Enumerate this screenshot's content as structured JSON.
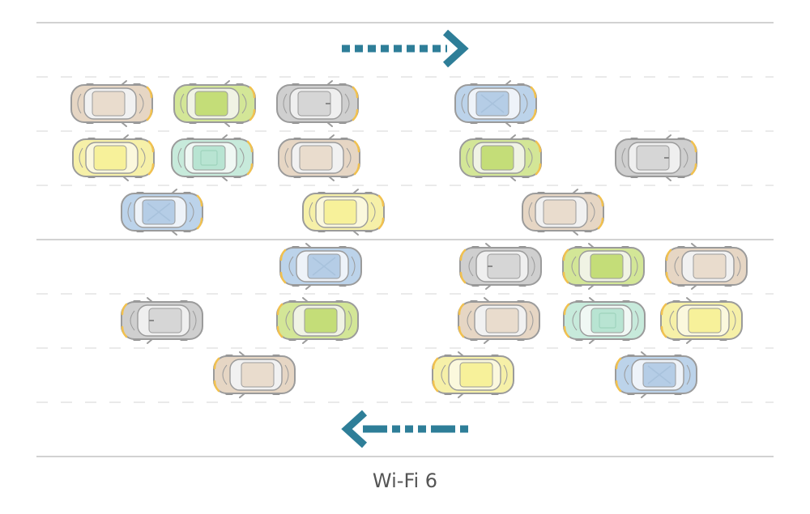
{
  "caption": "Wi-Fi 6",
  "colors": {
    "road_edge": "#d2d2d2",
    "lane_dash": "#e4e4e4",
    "arrow": "#2e7e98",
    "car_outline": "#9b9b9b",
    "car_palette": {
      "beige": {
        "body": "#e6d6c4",
        "glass": "#f1f1f1",
        "roof": "#e9dccd"
      },
      "green": {
        "body": "#d3e697",
        "glass": "#f0f3e4",
        "roof": "#c4dd78"
      },
      "gray": {
        "body": "#cfcfcf",
        "glass": "#efefef",
        "roof": "#d6d6d6"
      },
      "blue": {
        "body": "#bcd3ea",
        "glass": "#eef3f9",
        "roof": "#b5cde6"
      },
      "yellow": {
        "body": "#f6f0a8",
        "glass": "#fbf8dd",
        "roof": "#f7f19a"
      },
      "mint": {
        "body": "#c7eadb",
        "glass": "#f0f8f4",
        "roof": "#b8e4d2"
      }
    }
  },
  "traffic": {
    "arrows": [
      {
        "name": "arrow-right",
        "direction": "right"
      },
      {
        "name": "arrow-left",
        "direction": "left"
      }
    ],
    "cars": [
      {
        "color": "beige",
        "direction": "right"
      },
      {
        "color": "green",
        "direction": "right"
      },
      {
        "color": "gray",
        "direction": "right"
      },
      {
        "color": "blue",
        "direction": "right"
      },
      {
        "color": "yellow",
        "direction": "right"
      },
      {
        "color": "mint",
        "direction": "right"
      },
      {
        "color": "beige",
        "direction": "right"
      },
      {
        "color": "green",
        "direction": "right"
      },
      {
        "color": "gray",
        "direction": "right"
      },
      {
        "color": "blue",
        "direction": "right"
      },
      {
        "color": "yellow",
        "direction": "right"
      },
      {
        "color": "beige",
        "direction": "right"
      },
      {
        "color": "blue",
        "direction": "left"
      },
      {
        "color": "gray",
        "direction": "left"
      },
      {
        "color": "green",
        "direction": "left"
      },
      {
        "color": "beige",
        "direction": "left"
      },
      {
        "color": "gray",
        "direction": "left"
      },
      {
        "color": "green",
        "direction": "left"
      },
      {
        "color": "beige",
        "direction": "left"
      },
      {
        "color": "mint",
        "direction": "left"
      },
      {
        "color": "yellow",
        "direction": "left"
      },
      {
        "color": "beige",
        "direction": "left"
      },
      {
        "color": "yellow",
        "direction": "left"
      },
      {
        "color": "blue",
        "direction": "left"
      }
    ]
  }
}
